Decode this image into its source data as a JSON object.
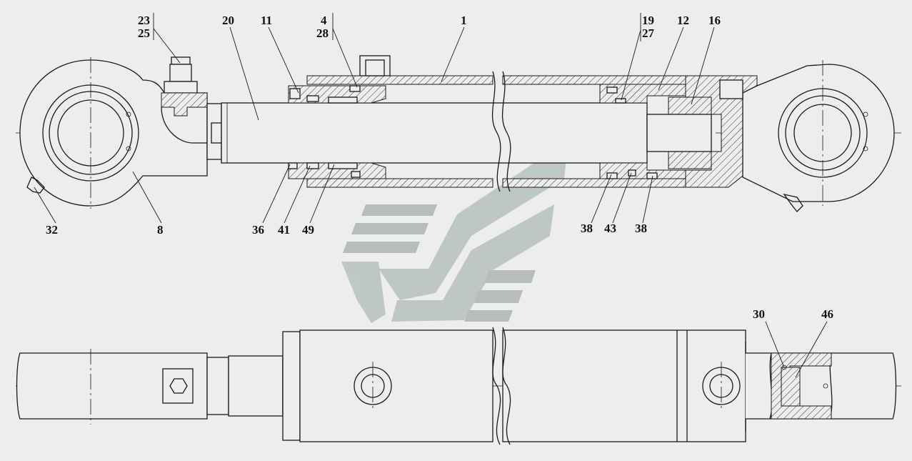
{
  "callouts": {
    "c23": "23",
    "c25": "25",
    "c20": "20",
    "c11": "11",
    "c4": "4",
    "c28": "28",
    "c1": "1",
    "c19": "19",
    "c27": "27",
    "c12": "12",
    "c16": "16",
    "c32": "32",
    "c8": "8",
    "c36": "36",
    "c41": "41",
    "c49": "49",
    "c38a": "38",
    "c43": "43",
    "c38b": "38",
    "c30": "30",
    "c46": "46"
  },
  "colors": {
    "background": "#ededed",
    "line": "#1a1a1a",
    "watermark": "#b9c3c0"
  },
  "watermark": "logo"
}
